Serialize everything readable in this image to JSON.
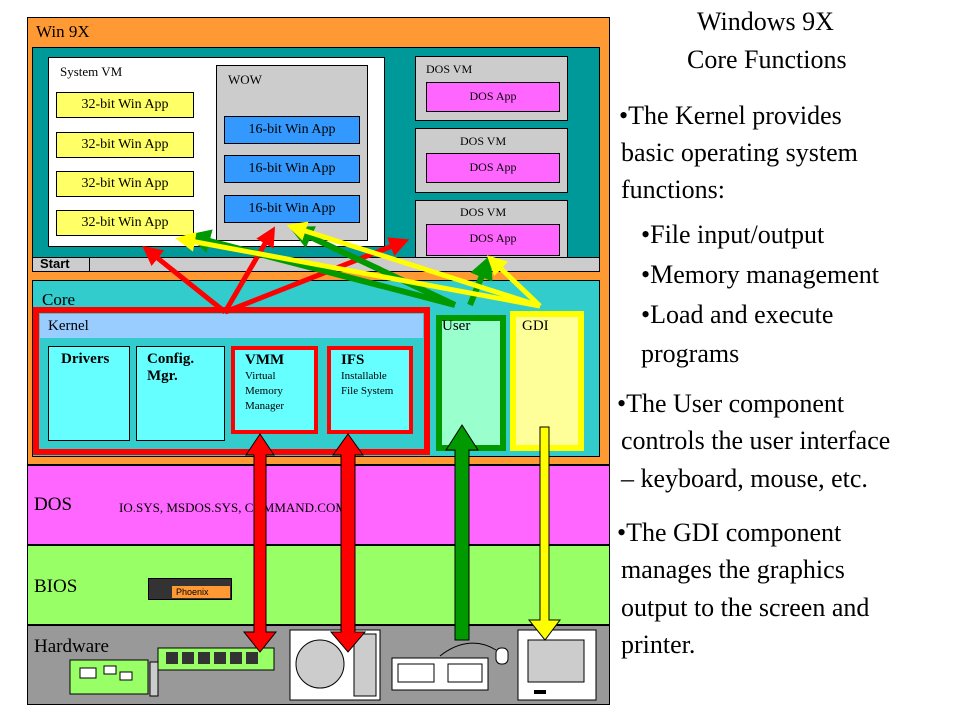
{
  "title_line1": "Windows 9X",
  "title_line2": "Core Functions",
  "bullets": {
    "kernel": [
      "•The Kernel provides",
      "basic operating system",
      "functions:"
    ],
    "kernel_items": [
      "•File input/output",
      "•Memory management",
      "•Load and execute",
      "programs"
    ],
    "user": [
      "•The User component",
      "controls the user interface",
      "– keyboard, mouse, etc."
    ],
    "gdi": [
      "•The GDI component",
      "manages the graphics",
      "output to the screen and",
      "printer."
    ]
  },
  "diagram": {
    "win9x_label": "Win 9X",
    "system_vm_label": "System VM",
    "wow_label": "WOW",
    "apps32": [
      "32-bit Win App",
      "32-bit Win App",
      "32-bit Win App",
      "32-bit Win App"
    ],
    "apps16": [
      "16-bit Win App",
      "16-bit Win App",
      "16-bit Win App"
    ],
    "dos_vms": [
      {
        "label": "DOS VM",
        "app": "DOS App"
      },
      {
        "label": "DOS VM",
        "app": "DOS App"
      },
      {
        "label": "DOS VM",
        "app": "DOS App"
      }
    ],
    "start_label": "Start",
    "core_label": "Core",
    "kernel_label": "Kernel",
    "user_label": "User",
    "gdi_label": "GDI",
    "drivers_label": "Drivers",
    "config_label_1": "Config.",
    "config_label_2": "Mgr.",
    "vmm_label": "VMM",
    "vmm_sub": [
      "Virtual",
      "Memory",
      "Manager"
    ],
    "ifs_label": "IFS",
    "ifs_sub": [
      "Installable",
      "File System"
    ],
    "dos_label": "DOS",
    "dos_files": "IO.SYS, MSDOS.SYS, COMMAND.COM",
    "bios_label": "BIOS",
    "phoenix_label": "Phoenix",
    "hardware_label": "Hardware",
    "colors": {
      "win9x": "#ff9933",
      "system_area": "#009999",
      "core": "#33cccc",
      "kernel_bar": "#99ccff",
      "dos": "#ff66ff",
      "bios": "#99ff66",
      "hardware": "#999999",
      "red_arrow": "#ff0000",
      "green_arrow": "#009900",
      "yellow_arrow": "#ffff00"
    }
  }
}
